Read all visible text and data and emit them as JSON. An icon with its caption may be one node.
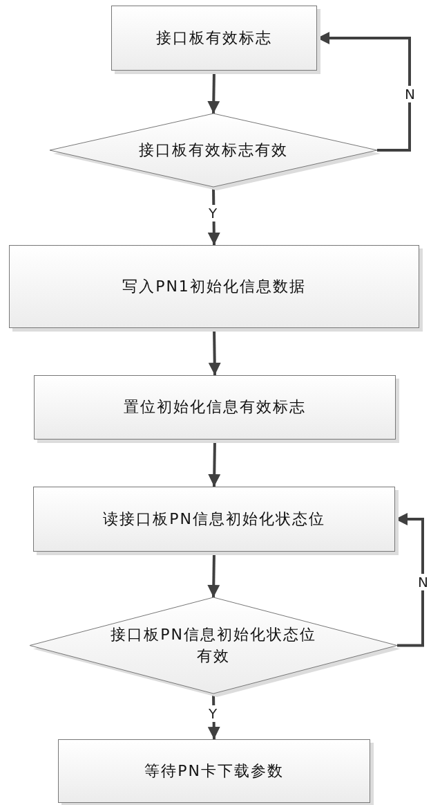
{
  "diagram": {
    "nodes": [
      {
        "text": [
          "接口板有效标志"
        ]
      },
      {
        "text": [
          "接口板有效标志有效"
        ]
      },
      {
        "text": [
          "写入PN1初始化信息数据"
        ]
      },
      {
        "text": [
          "置位初始化信息有效标志"
        ]
      },
      {
        "text": [
          "读接口板PN信息初始化状态位"
        ]
      },
      {
        "text": [
          "接口板PN信息初始化状态位有效"
        ]
      },
      {
        "text": [
          "等待PN卡下载参数"
        ]
      }
    ],
    "edges": [
      {
        "from": 0,
        "to": 1,
        "arrow": "to"
      },
      {
        "from": 1,
        "to": 0,
        "arrow": "to",
        "label": "N"
      },
      {
        "from": 1,
        "to": 2,
        "arrow": "to",
        "label": "Y"
      },
      {
        "from": 2,
        "to": 3,
        "arrow": "to"
      },
      {
        "from": 3,
        "to": 4,
        "arrow": "to"
      },
      {
        "from": 4,
        "to": 5,
        "arrow": "to"
      },
      {
        "from": 5,
        "to": 4,
        "arrow": "to",
        "label": "N"
      },
      {
        "from": 5,
        "to": 6,
        "arrow": "to",
        "label": "Y"
      }
    ]
  }
}
